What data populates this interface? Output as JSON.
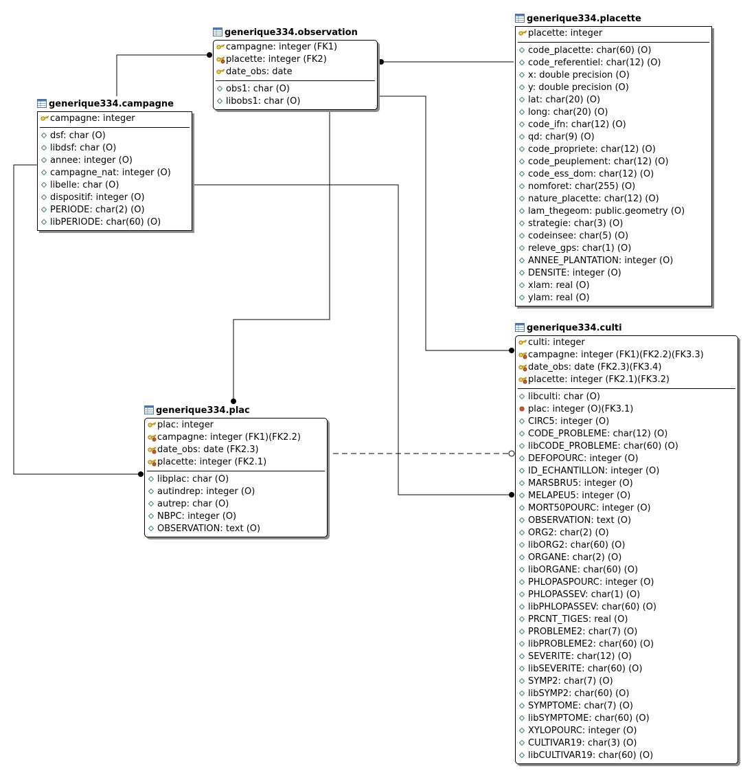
{
  "entities": {
    "observation": {
      "title": "generique334.observation",
      "keys": [
        {
          "icon": "key-icon",
          "text": "campagne: integer (FK1)"
        },
        {
          "icon": "foreign-key-icon",
          "text": "placette: integer (FK2)"
        },
        {
          "icon": "key-icon",
          "text": "date_obs: date"
        }
      ],
      "attrs": [
        {
          "icon": "diamond-icon",
          "text": "obs1: char (O)"
        },
        {
          "icon": "diamond-icon",
          "text": "libobs1: char (O)"
        }
      ]
    },
    "placette": {
      "title": "generique334.placette",
      "keys": [
        {
          "icon": "key-icon",
          "text": "placette: integer"
        }
      ],
      "attrs": [
        {
          "icon": "diamond-icon",
          "text": "code_placette: char(60) (O)"
        },
        {
          "icon": "diamond-icon",
          "text": "code_referentiel: char(12) (O)"
        },
        {
          "icon": "diamond-icon",
          "text": "x: double precision (O)"
        },
        {
          "icon": "diamond-icon",
          "text": "y: double precision (O)"
        },
        {
          "icon": "diamond-icon",
          "text": "lat: char(20) (O)"
        },
        {
          "icon": "diamond-icon",
          "text": "long: char(20) (O)"
        },
        {
          "icon": "diamond-icon",
          "text": "code_ifn: char(12) (O)"
        },
        {
          "icon": "diamond-icon",
          "text": "qd: char(9) (O)"
        },
        {
          "icon": "diamond-icon",
          "text": "code_propriete: char(12) (O)"
        },
        {
          "icon": "diamond-icon",
          "text": "code_peuplement: char(12) (O)"
        },
        {
          "icon": "diamond-icon",
          "text": "code_ess_dom: char(12) (O)"
        },
        {
          "icon": "diamond-icon",
          "text": "nomforet: char(255) (O)"
        },
        {
          "icon": "diamond-icon",
          "text": "nature_placette: char(12) (O)"
        },
        {
          "icon": "diamond-icon",
          "text": "lam_thegeom: public.geometry (O)"
        },
        {
          "icon": "diamond-icon",
          "text": "strategie: char(3) (O)"
        },
        {
          "icon": "diamond-icon",
          "text": "codeinsee: char(5) (O)"
        },
        {
          "icon": "diamond-icon",
          "text": "releve_gps: char(1) (O)"
        },
        {
          "icon": "diamond-icon",
          "text": "ANNEE_PLANTATION: integer (O)"
        },
        {
          "icon": "diamond-icon",
          "text": "DENSITE: integer (O)"
        },
        {
          "icon": "diamond-icon",
          "text": "xlam: real (O)"
        },
        {
          "icon": "diamond-icon",
          "text": "ylam: real (O)"
        }
      ]
    },
    "campagne": {
      "title": "generique334.campagne",
      "keys": [
        {
          "icon": "key-icon",
          "text": "campagne: integer"
        }
      ],
      "attrs": [
        {
          "icon": "diamond-icon",
          "text": "dsf: char (O)"
        },
        {
          "icon": "diamond-icon",
          "text": "libdsf: char (O)"
        },
        {
          "icon": "diamond-icon",
          "text": "annee: integer (O)"
        },
        {
          "icon": "diamond-icon",
          "text": "campagne_nat: integer (O)"
        },
        {
          "icon": "diamond-icon",
          "text": "libelle: char (O)"
        },
        {
          "icon": "diamond-icon",
          "text": "dispositif: integer (O)"
        },
        {
          "icon": "diamond-icon",
          "text": "PERIODE: char(2) (O)"
        },
        {
          "icon": "diamond-icon",
          "text": "libPERIODE: char(60) (O)"
        }
      ]
    },
    "plac": {
      "title": "generique334.plac",
      "keys": [
        {
          "icon": "key-icon",
          "text": "plac: integer"
        },
        {
          "icon": "foreign-key-icon",
          "text": "campagne: integer (FK1)(FK2.2)"
        },
        {
          "icon": "foreign-key-icon",
          "text": "date_obs: date (FK2.3)"
        },
        {
          "icon": "foreign-key-icon",
          "text": "placette: integer (FK2.1)"
        }
      ],
      "attrs": [
        {
          "icon": "diamond-icon",
          "text": "libplac: char (O)"
        },
        {
          "icon": "diamond-icon",
          "text": "autindrep: integer (O)"
        },
        {
          "icon": "diamond-icon",
          "text": "autrep: char (O)"
        },
        {
          "icon": "diamond-icon",
          "text": "NBPC: integer (O)"
        },
        {
          "icon": "diamond-icon",
          "text": "OBSERVATION: text (O)"
        }
      ]
    },
    "culti": {
      "title": "generique334.culti",
      "keys": [
        {
          "icon": "key-icon",
          "text": "culti: integer"
        },
        {
          "icon": "foreign-key-icon",
          "text": "campagne: integer (FK1)(FK2.2)(FK3.3)"
        },
        {
          "icon": "foreign-key-icon",
          "text": "date_obs: date (FK2.3)(FK3.4)"
        },
        {
          "icon": "foreign-key-icon",
          "text": "placette: integer (FK2.1)(FK3.2)"
        }
      ],
      "attrs": [
        {
          "icon": "diamond-icon",
          "text": "libculti: char (O)"
        },
        {
          "icon": "fk-dot-icon",
          "text": "plac: integer (O)(FK3.1)"
        },
        {
          "icon": "diamond-icon",
          "text": "CIRC5: integer (O)"
        },
        {
          "icon": "diamond-icon",
          "text": "CODE_PROBLEME: char(12) (O)"
        },
        {
          "icon": "diamond-icon",
          "text": "libCODE_PROBLEME: char(60) (O)"
        },
        {
          "icon": "diamond-icon",
          "text": "DEFOPOURC: integer (O)"
        },
        {
          "icon": "diamond-icon",
          "text": "ID_ECHANTILLON: integer (O)"
        },
        {
          "icon": "diamond-icon",
          "text": "MARSBRU5: integer (O)"
        },
        {
          "icon": "diamond-icon",
          "text": "MELAPEU5: integer (O)"
        },
        {
          "icon": "diamond-icon",
          "text": "MORT50POURC: integer (O)"
        },
        {
          "icon": "diamond-icon",
          "text": "OBSERVATION: text (O)"
        },
        {
          "icon": "diamond-icon",
          "text": "ORG2: char(2) (O)"
        },
        {
          "icon": "diamond-icon",
          "text": "libORG2: char(60) (O)"
        },
        {
          "icon": "diamond-icon",
          "text": "ORGANE: char(2) (O)"
        },
        {
          "icon": "diamond-icon",
          "text": "libORGANE: char(60) (O)"
        },
        {
          "icon": "diamond-icon",
          "text": "PHLOPASPOURC: integer (O)"
        },
        {
          "icon": "diamond-icon",
          "text": "PHLOPASSEV: char(1) (O)"
        },
        {
          "icon": "diamond-icon",
          "text": "libPHLOPASSEV: char(60) (O)"
        },
        {
          "icon": "diamond-icon",
          "text": "PRCNT_TIGES: real (O)"
        },
        {
          "icon": "diamond-icon",
          "text": "PROBLEME2: char(7) (O)"
        },
        {
          "icon": "diamond-icon",
          "text": "libPROBLEME2: char(60) (O)"
        },
        {
          "icon": "diamond-icon",
          "text": "SEVERITE: char(12) (O)"
        },
        {
          "icon": "diamond-icon",
          "text": "libSEVERITE: char(60) (O)"
        },
        {
          "icon": "diamond-icon",
          "text": "SYMP2: char(7) (O)"
        },
        {
          "icon": "diamond-icon",
          "text": "libSYMP2: char(60) (O)"
        },
        {
          "icon": "diamond-icon",
          "text": "SYMPTOME: char(7) (O)"
        },
        {
          "icon": "diamond-icon",
          "text": "libSYMPTOME: char(60) (O)"
        },
        {
          "icon": "diamond-icon",
          "text": "XYLOPOURC: integer (O)"
        },
        {
          "icon": "diamond-icon",
          "text": "CULTIVAR19: char(3) (O)"
        },
        {
          "icon": "diamond-icon",
          "text": "libCULTIVAR19: char(60) (O)"
        }
      ]
    }
  },
  "relationships": [
    {
      "from": "campagne",
      "to": "observation",
      "identifying": true
    },
    {
      "from": "placette",
      "to": "observation",
      "identifying": true
    },
    {
      "from": "observation",
      "to": "plac",
      "identifying": true
    },
    {
      "from": "campagne",
      "to": "plac",
      "identifying": true
    },
    {
      "from": "observation",
      "to": "culti",
      "identifying": true
    },
    {
      "from": "campagne",
      "to": "culti",
      "identifying": true
    },
    {
      "from": "plac",
      "to": "culti",
      "identifying": false
    }
  ]
}
